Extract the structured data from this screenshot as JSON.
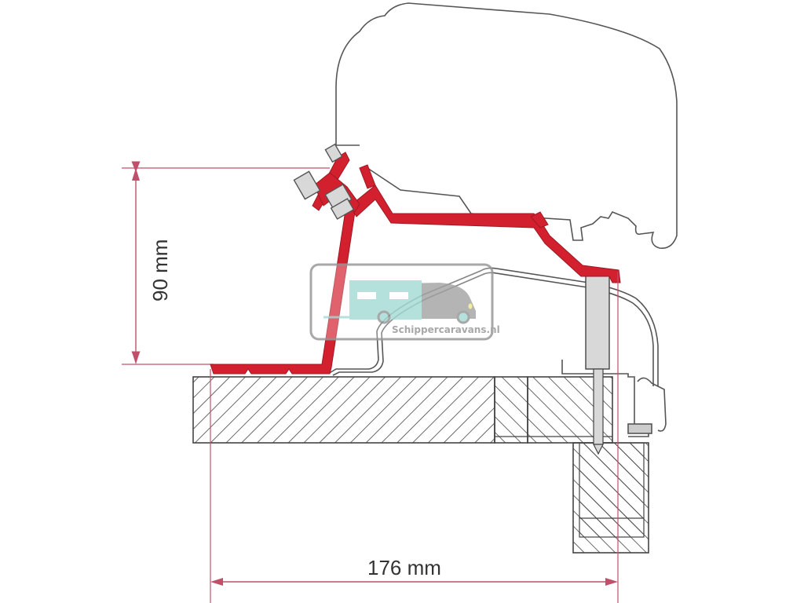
{
  "diagram": {
    "type": "technical cross-section drawing",
    "subject": "awning adapter bracket mounted on caravan roof edge",
    "colors": {
      "bracket": "#d3202e",
      "dimension_line": "#c0506a",
      "outline": "#555555",
      "hatch": "#444444",
      "fastener_fill": "#d8d8d8",
      "background": "#ffffff"
    },
    "dimensions": {
      "vertical": {
        "label": "90 mm",
        "value": 90,
        "unit": "mm"
      },
      "horizontal": {
        "label": "176 mm",
        "value": 176,
        "unit": "mm"
      }
    },
    "components": [
      {
        "name": "awning-cassette",
        "label": "awning housing profile"
      },
      {
        "name": "adapter-bracket",
        "label": "red adapter bracket"
      },
      {
        "name": "bolt-assembly",
        "label": "bolt and nuts"
      },
      {
        "name": "roof-rail",
        "label": "caravan rain rail profile"
      },
      {
        "name": "screw",
        "label": "fixing screw"
      },
      {
        "name": "roof-panel",
        "label": "roof sandwich panel"
      },
      {
        "name": "wall-panel",
        "label": "side wall panel"
      }
    ],
    "watermark": {
      "text": "Schippercaravans.nl"
    }
  }
}
